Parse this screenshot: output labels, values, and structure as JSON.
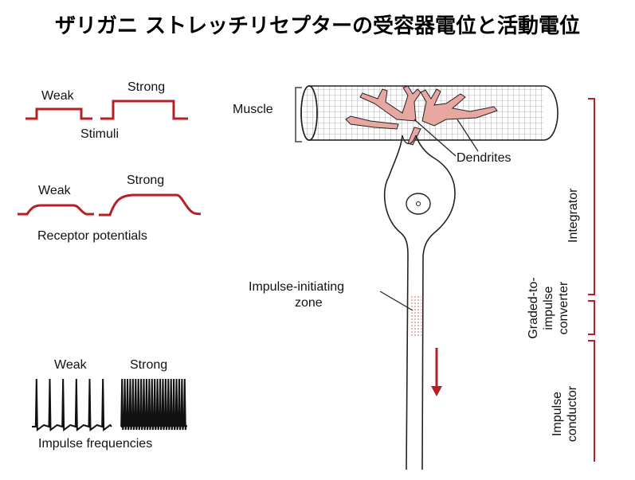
{
  "title": "ザリガニ ストレッチリセプターの受容器電位と活動電位",
  "stimuli": {
    "weak_label": "Weak",
    "strong_label": "Strong",
    "caption": "Stimuli"
  },
  "receptor_potentials": {
    "weak_label": "Weak",
    "strong_label": "Strong",
    "caption": "Receptor potentials"
  },
  "impulse_frequencies": {
    "weak_label": "Weak",
    "strong_label": "Strong",
    "caption": "Impulse frequencies"
  },
  "neuron_labels": {
    "muscle": "Muscle",
    "dendrites": "Dendrites",
    "impulse_initiating_line1": "Impulse-initiating",
    "impulse_initiating_line2": "zone"
  },
  "regions": {
    "integrator": "Integrator",
    "converter_line1": "Graded-to-",
    "converter_line2": "impulse",
    "converter_line3": "converter",
    "conductor_line1": "Impulse",
    "conductor_line2": "conductor"
  },
  "colors": {
    "trace_red": "#b52025",
    "dendrite_fill": "#e8a7a0",
    "ink": "#111111"
  }
}
